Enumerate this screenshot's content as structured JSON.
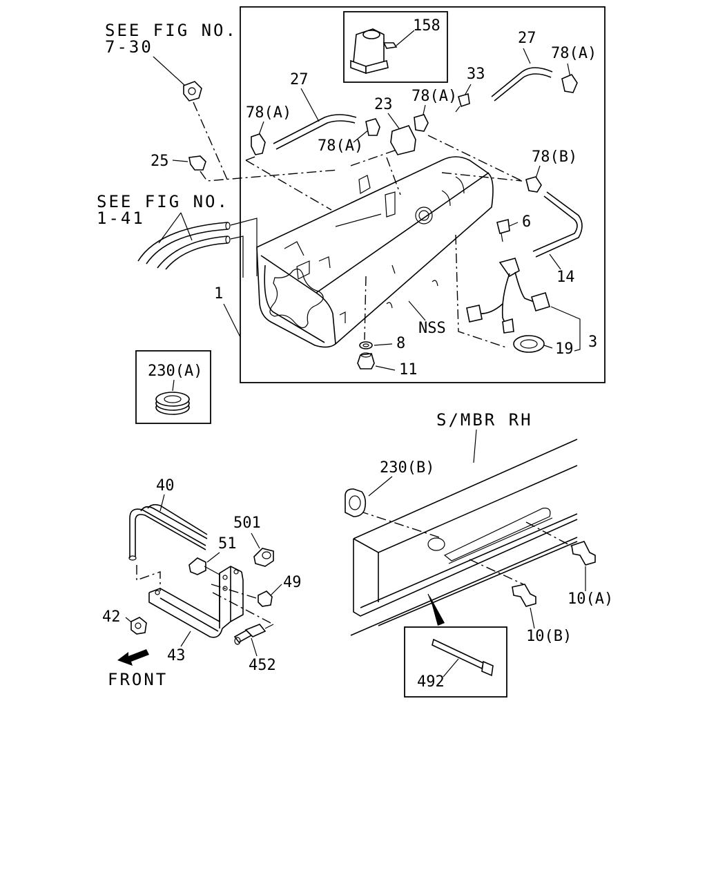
{
  "references": {
    "fig_7_30": [
      "SEE FIG NO.",
      "7-30"
    ],
    "fig_1_41": [
      "SEE FIG NO.",
      "1-41"
    ],
    "side_member": "S/MBR RH",
    "direction": "FRONT"
  },
  "callouts": {
    "p158": "158",
    "p27_left": "27",
    "p27_right": "27",
    "p33": "33",
    "p78a_1": "78(A)",
    "p78a_2": "78(A)",
    "p78a_3": "78(A)",
    "p78a_4": "78(A)",
    "p78b": "78(B)",
    "p23": "23",
    "p25": "25",
    "p6": "6",
    "p14": "14",
    "p1": "1",
    "p3": "3",
    "p19": "19",
    "p8": "8",
    "p11": "11",
    "nss": "NSS",
    "p230a": "230(A)",
    "p230b": "230(B)",
    "p40": "40",
    "p501": "501",
    "p51": "51",
    "p49": "49",
    "p42": "42",
    "p43": "43",
    "p452": "452",
    "p10a": "10(A)",
    "p10b": "10(B)",
    "p492": "492"
  }
}
